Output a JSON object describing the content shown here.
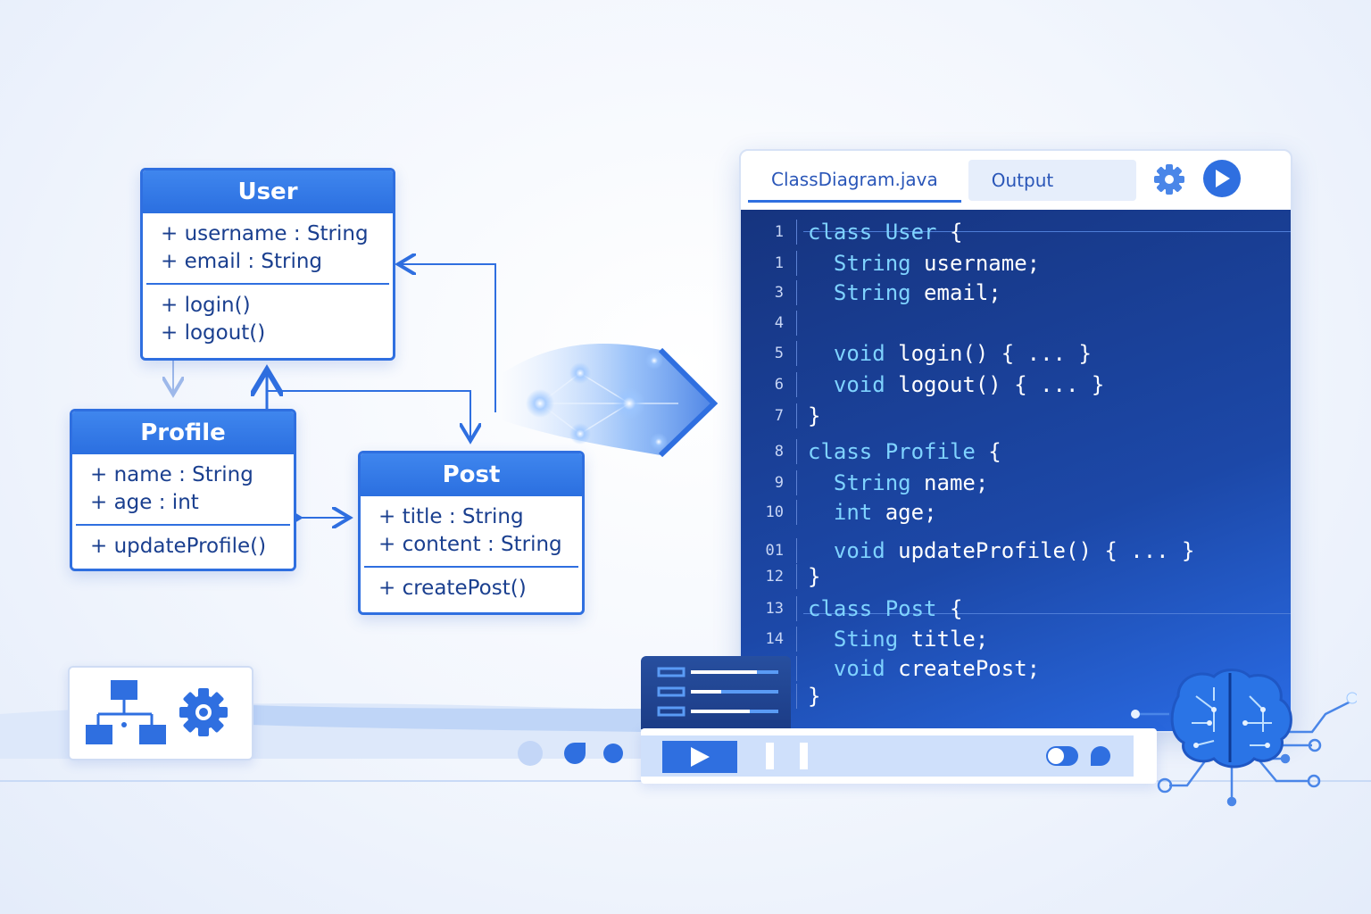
{
  "uml": {
    "user": {
      "name": "User",
      "attributes": [
        "+ username : String",
        "+ email : String"
      ],
      "methods": [
        "+ login()",
        "+ logout()"
      ]
    },
    "profile": {
      "name": "Profile",
      "attributes": [
        "+ name : String",
        "+ age : int"
      ],
      "methods": [
        "+ updateProfile()"
      ]
    },
    "post": {
      "name": "Post",
      "attributes": [
        "+ title : String",
        "+ content : String"
      ],
      "methods": [
        "+ createPost()"
      ]
    }
  },
  "editor": {
    "tabs": [
      "ClassDiagram.java",
      "Output"
    ],
    "lines": [
      {
        "n": "1",
        "kw": "class User",
        "rest": " {",
        "indent": ""
      },
      {
        "n": "1",
        "kw": "String",
        "rest": " username;",
        "indent": "  "
      },
      {
        "n": "3",
        "kw": "String",
        "rest": " email;",
        "indent": "  "
      },
      {
        "n": "4",
        "kw": "",
        "rest": "",
        "indent": ""
      },
      {
        "n": "5",
        "kw": "void",
        "rest": " login() { ... }",
        "indent": "  "
      },
      {
        "n": "6",
        "kw": "void",
        "rest": " logout() { ... }",
        "indent": "  "
      },
      {
        "n": "7",
        "kw": "",
        "rest": "}",
        "indent": ""
      },
      {
        "n": "8",
        "kw": "class Profile",
        "rest": " {",
        "indent": ""
      },
      {
        "n": "9",
        "kw": "String",
        "rest": " name;",
        "indent": "  "
      },
      {
        "n": "10",
        "kw": "int",
        "rest": " age;",
        "indent": "  "
      },
      {
        "n": "01",
        "kw": "void",
        "rest": " updateProfile() { ... }",
        "indent": "  "
      },
      {
        "n": "12",
        "kw": "",
        "rest": "}",
        "indent": ""
      },
      {
        "n": "13",
        "kw": "class Post",
        "rest": " {",
        "indent": ""
      },
      {
        "n": "14",
        "kw": "Sting",
        "rest": " title;",
        "indent": "  "
      },
      {
        "n": "",
        "kw": "void",
        "rest": " createPost;",
        "indent": "  "
      },
      {
        "n": "",
        "kw": "",
        "rest": "}",
        "indent": ""
      }
    ]
  },
  "icons": {
    "toolbox": [
      "hierarchy-icon",
      "gear-icon"
    ],
    "editor": [
      "gear-icon",
      "play-icon"
    ],
    "decor": [
      "brain-circuit-icon"
    ]
  },
  "colors": {
    "accent": "#2f6fe0",
    "code_bg": "#1c48a8",
    "keyword": "#7fd3ff"
  }
}
